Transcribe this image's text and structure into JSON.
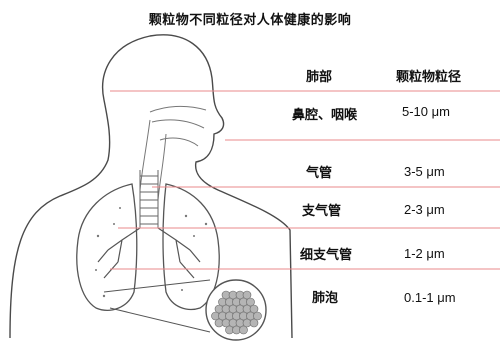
{
  "title": "颗粒物不同粒径对人体健康的影响",
  "table": {
    "header_part": "肺部",
    "header_size": "颗粒物粒径",
    "rows": [
      {
        "part": "鼻腔、咽喉",
        "size": "5-10 μm"
      },
      {
        "part": "气管",
        "size": "3-5 μm"
      },
      {
        "part": "支气管",
        "size": "2-3 μm"
      },
      {
        "part": "细支气管",
        "size": "1-2 μm"
      },
      {
        "part": "肺泡",
        "size": "0.1-1 μm"
      }
    ]
  },
  "colors": {
    "divider": "#e8888b",
    "outline": "#4a4a4a",
    "alveoli": "#b5b5b5"
  }
}
